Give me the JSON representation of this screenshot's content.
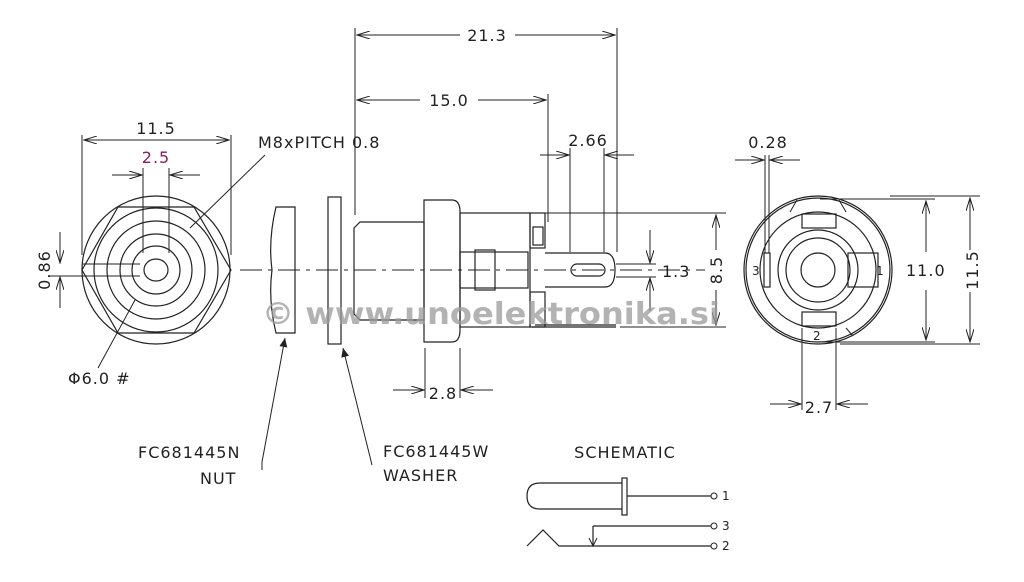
{
  "colors": {
    "line": "#222222",
    "highlight": "#8b1c62",
    "watermark": "#9a9a9a"
  },
  "front_view": {
    "width_dim": "11.5",
    "slot_dim": "2.5",
    "gap_dim": "0.86",
    "thread_label": "M8xPITCH 0.8",
    "diameter_label": "Φ6.0 #"
  },
  "nut": {
    "part": "FC681445N",
    "name": "NUT"
  },
  "washer": {
    "part": "FC681445W",
    "name": "WASHER"
  },
  "side_view": {
    "overall_length": "21.3",
    "thread_length": "15.0",
    "pin_dim": "2.66",
    "height_dim": "8.5",
    "slot_dim": "1.3",
    "flange_dim": "2.8"
  },
  "rear_view": {
    "pin_thickness": "0.28",
    "inner_dia": "11.0",
    "outer_dia": "11.5",
    "pin_width": "2.7",
    "pins": [
      "1",
      "2",
      "3"
    ]
  },
  "schematic": {
    "title": "SCHEMATIC",
    "terminals": [
      "1",
      "3",
      "2"
    ]
  },
  "watermark": "© www.unoelektronika.si"
}
